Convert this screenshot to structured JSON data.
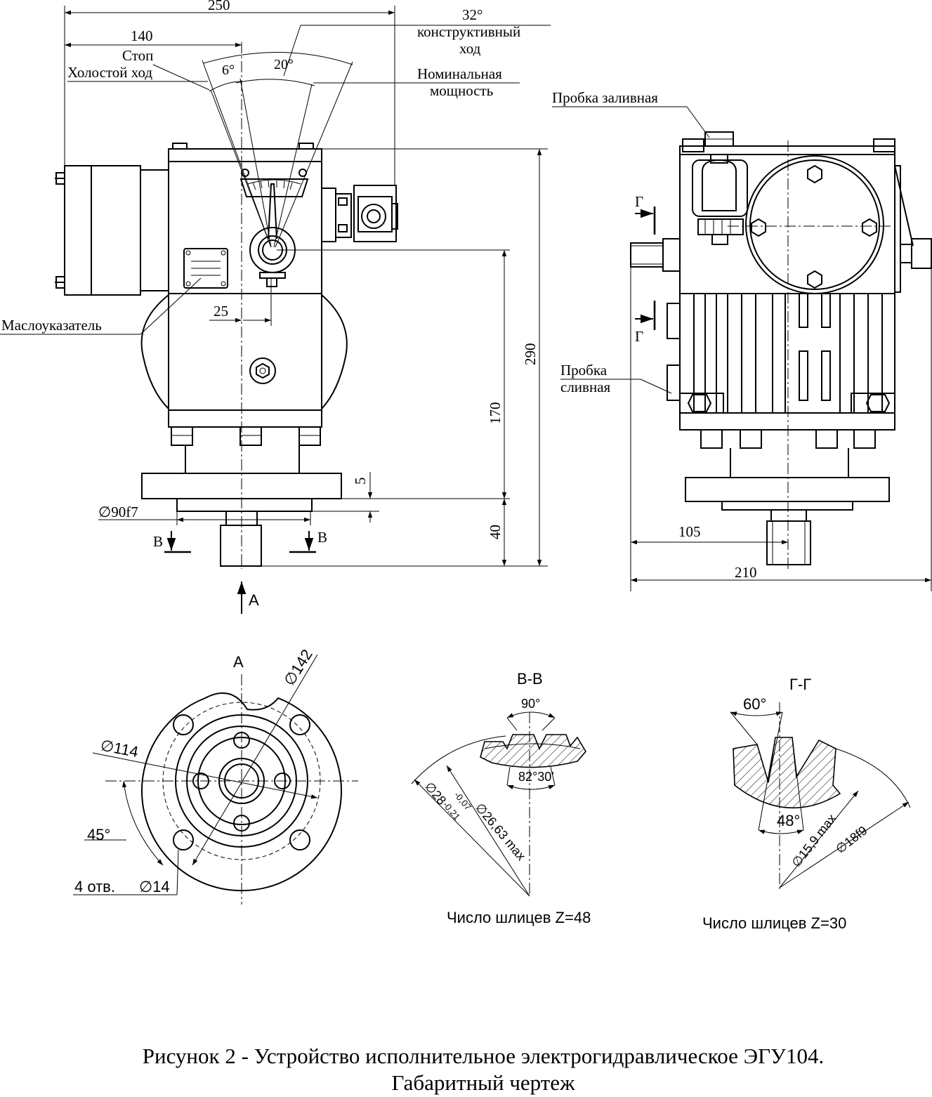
{
  "caption": {
    "line1": "Рисунок 2 - Устройство  исполнительное электрогидравлическое ЭГУ104.",
    "line2": "Габаритный чертеж"
  },
  "front_view": {
    "dim_250": "250",
    "dim_140": "140",
    "angle_32": "32°",
    "label_constructive_1": "конструктивный",
    "label_constructive_2": "ход",
    "label_stop": "Стоп",
    "label_idle": "Холостой ход",
    "angle_6": "6°",
    "angle_20": "20°",
    "label_nominal_1": "Номинальная",
    "label_nominal_2": "мощность",
    "label_oil_gauge": "Маслоуказатель",
    "dim_25": "25",
    "dim_290": "290",
    "dim_170": "170",
    "dim_5": "5",
    "dim_40": "40",
    "dim_d90": "∅90f7",
    "section_mark_b_left": "В",
    "section_mark_b_right": "В",
    "view_mark_a": "А"
  },
  "side_view": {
    "label_filler_plug": "Пробка заливная",
    "label_drain_plug_1": "Пробка",
    "label_drain_plug_2": "сливная",
    "section_mark_g_top": "Г",
    "section_mark_g_bottom": "Г",
    "dim_105": "105",
    "dim_210": "210"
  },
  "view_a": {
    "title": "А",
    "dim_d142": "∅142",
    "dim_d114": "∅114",
    "angle_45": "45°",
    "holes_count": "4 отв.",
    "dim_d14": "∅14"
  },
  "section_bb": {
    "title": "В-В",
    "angle_90": "90°",
    "angle_82": "82°30'",
    "dim_d28": "∅28",
    "tol_upper": "-0,07",
    "tol_lower": "-0,21",
    "dim_d2663": "∅26,63 max",
    "spline_count": "Число шлицев Z=48"
  },
  "section_gg": {
    "title": "Г-Г",
    "angle_60": "60°",
    "angle_48": "48°",
    "dim_d159": "∅15,9 max",
    "dim_d18": "∅18f9",
    "spline_count": "Число шлицев Z=30"
  }
}
